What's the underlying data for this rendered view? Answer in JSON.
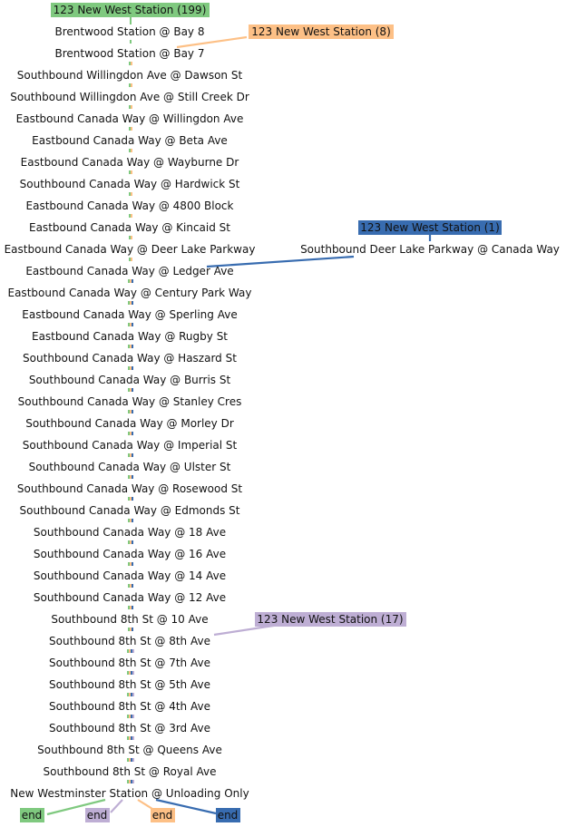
{
  "colors": {
    "green": "#7fc97f",
    "orange": "#fdc086",
    "blue": "#386cb0",
    "purple": "#beaed4"
  },
  "routes": [
    {
      "key": "green",
      "label": "123 New West Station (199)",
      "end": "end"
    },
    {
      "key": "orange",
      "label": "123 New West Station (8)",
      "end": "end"
    },
    {
      "key": "blue",
      "label": "123 New West Station (1)",
      "end": "end"
    },
    {
      "key": "purple",
      "label": "123 New West Station (17)",
      "end": "end"
    }
  ],
  "stops": [
    "Brentwood Station @ Bay 8",
    "Brentwood Station @ Bay 7",
    "Southbound Willingdon Ave @ Dawson St",
    "Southbound Willingdon Ave @ Still Creek Dr",
    "Eastbound Canada Way @ Willingdon Ave",
    "Eastbound Canada Way @ Beta Ave",
    "Eastbound Canada Way @ Wayburne Dr",
    "Southbound Canada Way @ Hardwick St",
    "Eastbound Canada Way @ 4800 Block",
    "Eastbound Canada Way @ Kincaid St",
    "Eastbound Canada Way @ Deer Lake Parkway",
    "Eastbound Canada Way @ Ledger Ave",
    "Eastbound Canada Way @ Century Park Way",
    "Eastbound Canada Way @ Sperling Ave",
    "Eastbound Canada Way @ Rugby St",
    "Southbound Canada Way @ Haszard St",
    "Southbound Canada Way @ Burris St",
    "Southbound Canada Way @ Stanley Cres",
    "Southbound Canada Way @ Morley Dr",
    "Southbound Canada Way @ Imperial St",
    "Southbound Canada Way @ Ulster St",
    "Southbound Canada Way @ Rosewood St",
    "Southbound Canada Way @ Edmonds St",
    "Southbound Canada Way @ 18 Ave",
    "Southbound Canada Way @ 16 Ave",
    "Southbound Canada Way @ 14 Ave",
    "Southbound Canada Way @ 12 Ave",
    "Southbound 8th St @ 10 Ave",
    "Southbound 8th St @ 8th Ave",
    "Southbound 8th St @ 7th Ave",
    "Southbound 8th St @ 5th Ave",
    "Southbound 8th St @ 4th Ave",
    "Southbound 8th St @ 3rd Ave",
    "Southbound 8th St @ Queens Ave",
    "Southbound 8th St @ Royal Ave",
    "New Westminster Station @ Unloading Only"
  ],
  "side_stop": "Southbound Deer Lake Parkway @ Canada Way"
}
